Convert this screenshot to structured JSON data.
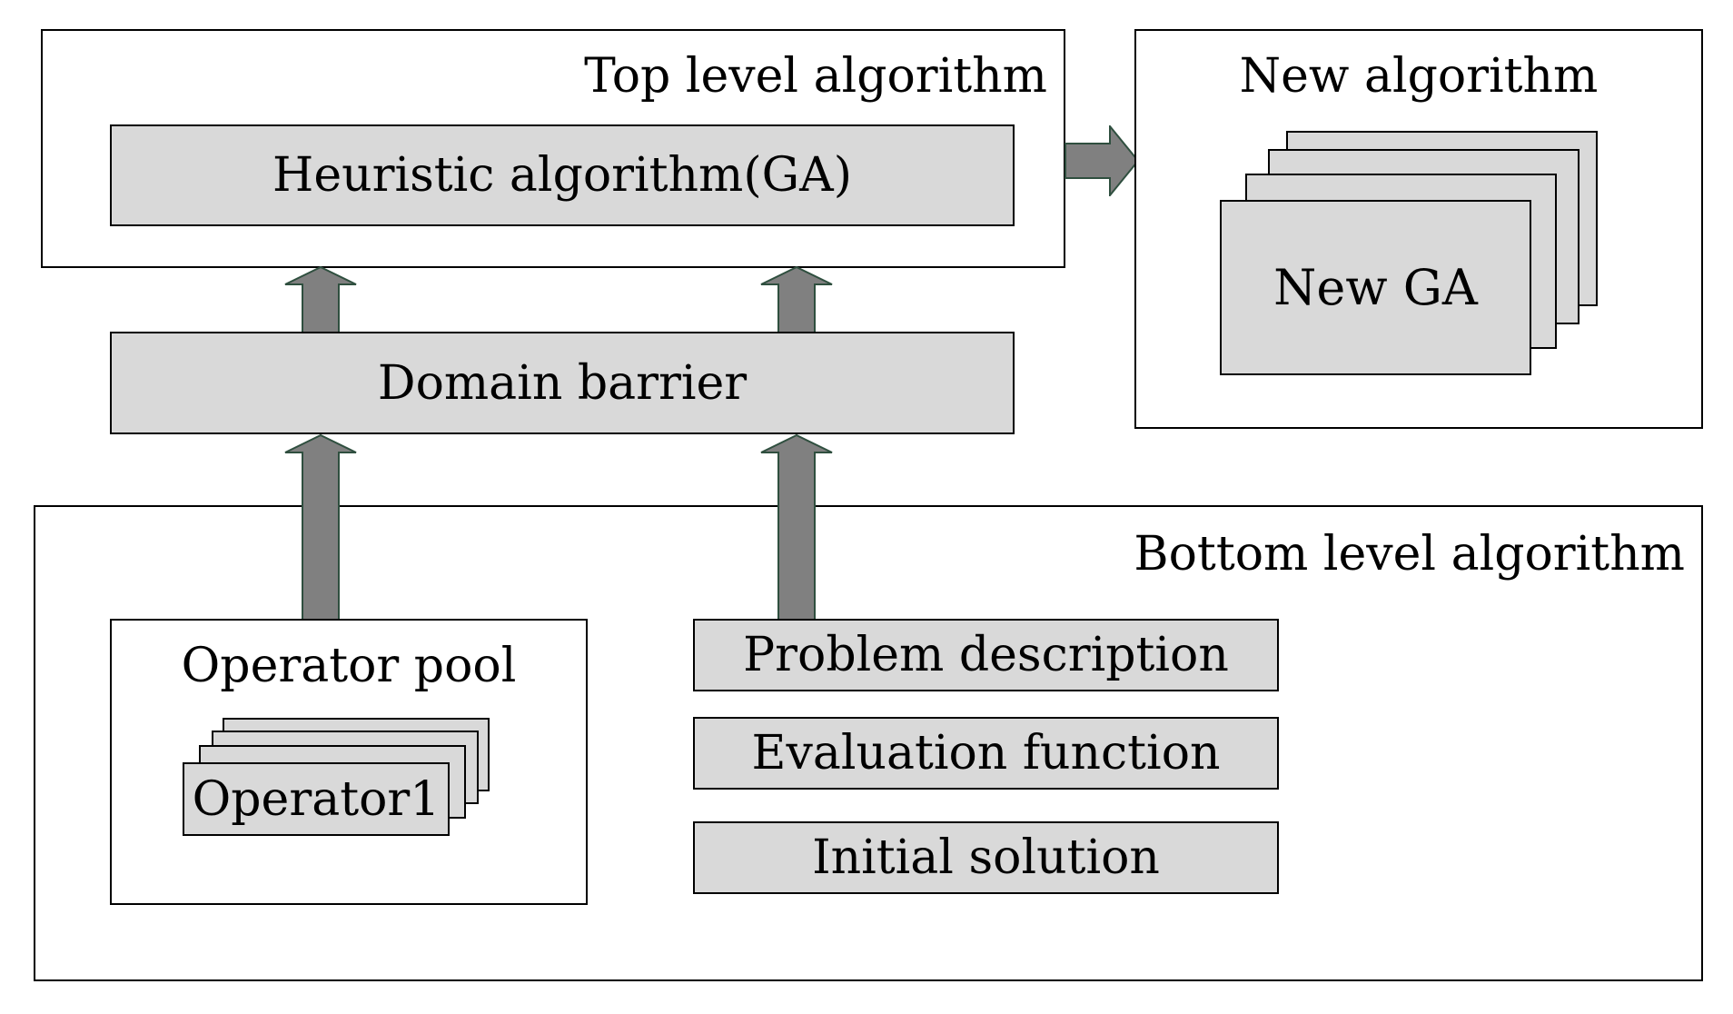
{
  "top_level": {
    "title": "Top level algorithm",
    "heuristic": "Heuristic algorithm(GA)"
  },
  "domain_barrier": "Domain barrier",
  "new_algorithm": {
    "title": "New algorithm",
    "card_label": "New GA"
  },
  "bottom_level": {
    "title": "Bottom level algorithm",
    "operator_pool": {
      "title": "Operator pool",
      "card_label": "Operator1"
    },
    "items": [
      "Problem description",
      "Evaluation function",
      "Initial solution"
    ]
  },
  "colors": {
    "block_fill": "#d9d9d9",
    "arrow_fill": "#808080",
    "arrow_stroke": "#2f4f3f"
  }
}
